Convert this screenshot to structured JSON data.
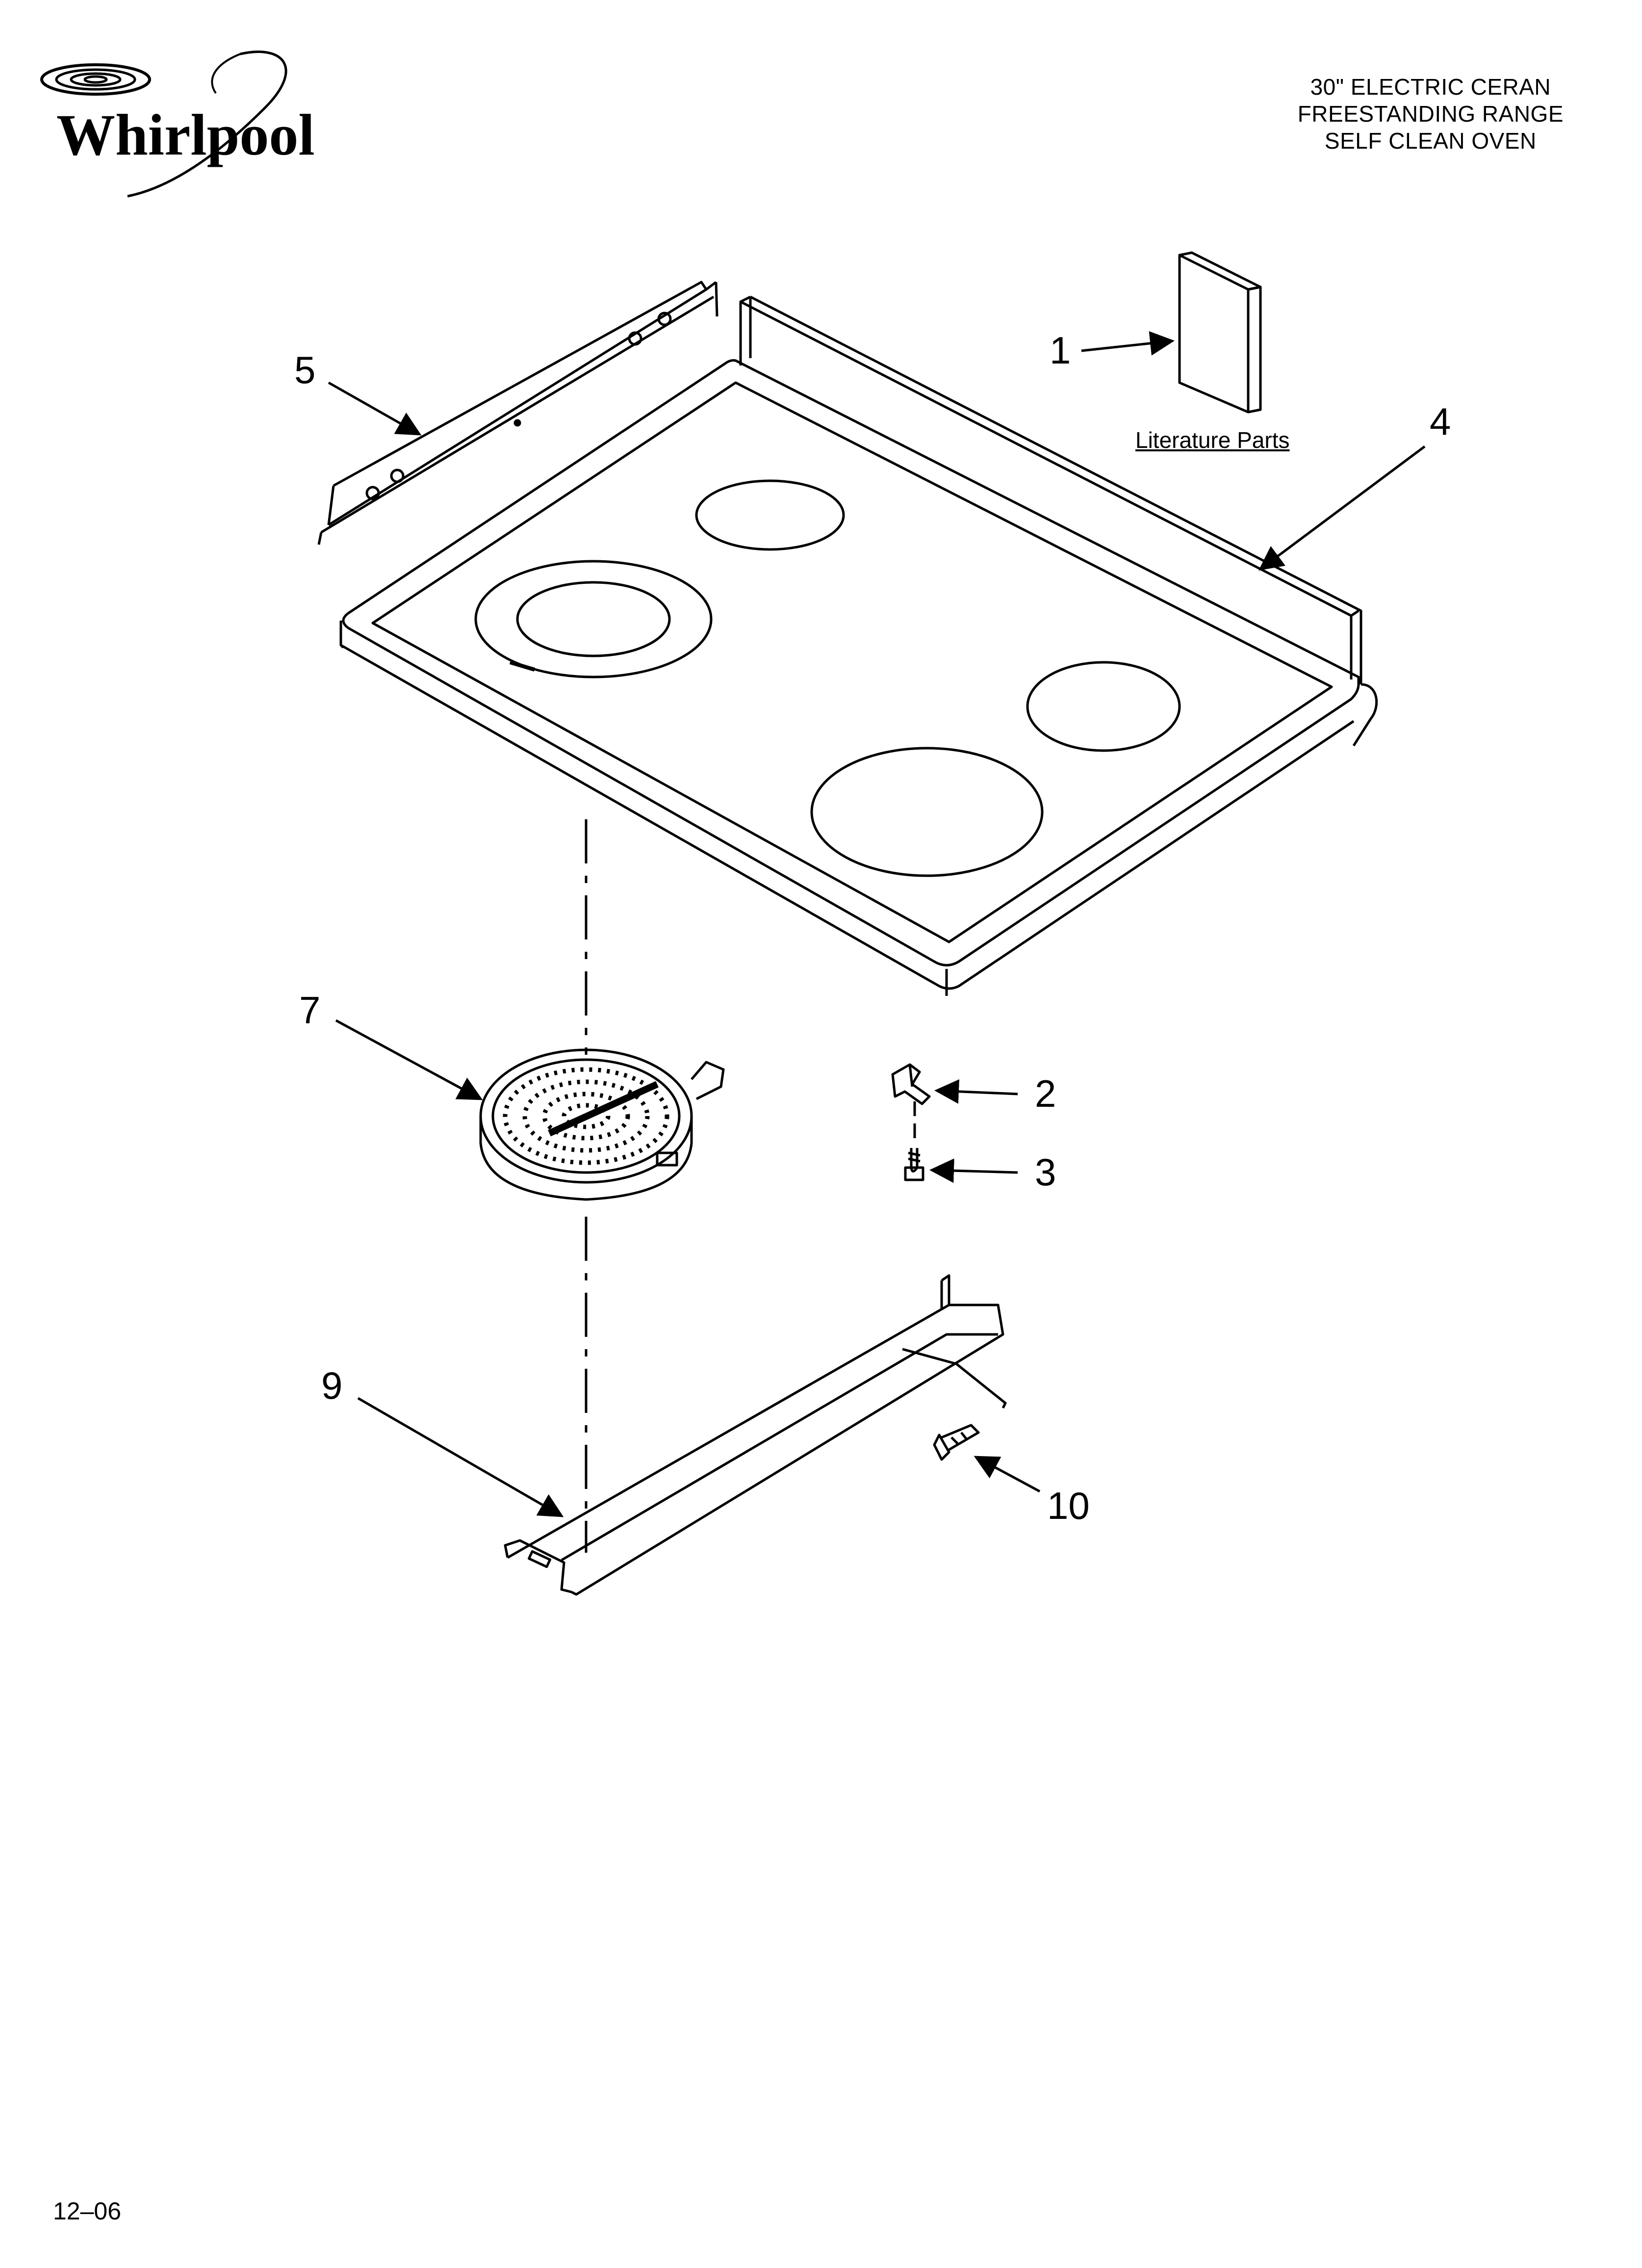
{
  "brand": {
    "logo_text": "Whirlpool"
  },
  "header": {
    "title_lines": [
      "30\" ELECTRIC CERAN",
      "FREESTANDING RANGE",
      "SELF CLEAN OVEN"
    ]
  },
  "callouts": {
    "c1": "1",
    "c2": "2",
    "c3": "3",
    "c4": "4",
    "c5": "5",
    "c7": "7",
    "c9": "9",
    "c10": "10"
  },
  "literature_label": "Literature Parts",
  "footer": {
    "code": "12–06"
  }
}
